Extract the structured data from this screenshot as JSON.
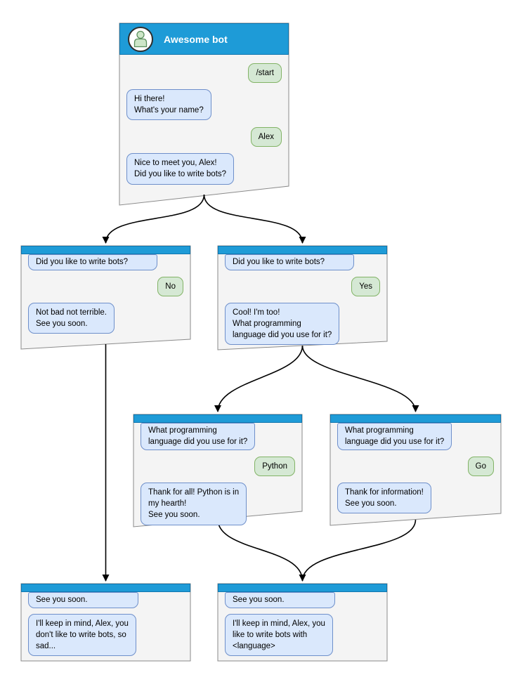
{
  "bot": {
    "title": "Awesome bot",
    "avatar": "person-icon"
  },
  "windows": {
    "start": {
      "start_cmd": "/start",
      "greeting": "Hi there!\nWhat's your name?",
      "name_answer": "Alex",
      "bot_question": "Nice to meet you, Alex!\nDid you like to write bots?"
    },
    "no_branch": {
      "context": "Did you like to write bots?",
      "user_answer": "No",
      "bot_reply": "Not bad not terrible.\nSee you soon."
    },
    "yes_branch": {
      "context": "Did you like to write bots?",
      "user_answer": "Yes",
      "bot_reply": "Cool! I'm too!\nWhat programming\nlanguage did you use for it?"
    },
    "python_branch": {
      "context": "What programming\nlanguage did you use for it?",
      "user_answer": "Python",
      "bot_reply": "Thank for all! Python is in\nmy hearth!\nSee you soon."
    },
    "go_branch": {
      "context": "What programming\nlanguage did you use for it?",
      "user_answer": "Go",
      "bot_reply": "Thank for information!\nSee you soon."
    },
    "end_no": {
      "context": "See you soon.",
      "bot_reply": "I'll keep in mind, Alex, you\ndon't like to write bots, so\nsad..."
    },
    "end_yes": {
      "context": "See you soon.",
      "bot_reply": "I'll keep in mind, Alex, you\nlike to write bots with\n<language>"
    }
  },
  "colors": {
    "header_blue": "#1E9BD7",
    "header_border": "#1176AE",
    "window_fill": "#F4F4F4",
    "window_border": "#8A8A8A",
    "bot_bubble_fill": "#DAE8FC",
    "bot_bubble_border": "#6E8FCA",
    "user_bubble_fill": "#D5E8D4",
    "user_bubble_border": "#82B366",
    "arrow": "#000000",
    "title_text": "#FFFFFF"
  }
}
